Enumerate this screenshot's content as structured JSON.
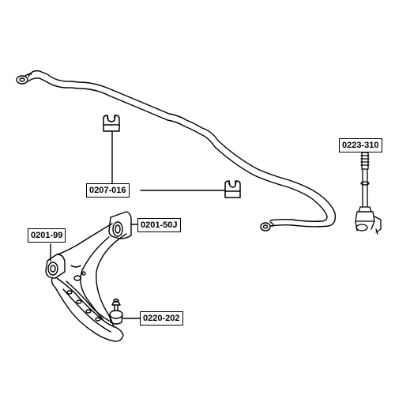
{
  "parts": {
    "link": "0223-310",
    "bushing": "0207-016",
    "arm_bushing": "0201-50J",
    "control_arm": "0201-99",
    "ball_joint": "0220-202"
  },
  "colors": {
    "line": "#000000",
    "background": "#ffffff"
  }
}
